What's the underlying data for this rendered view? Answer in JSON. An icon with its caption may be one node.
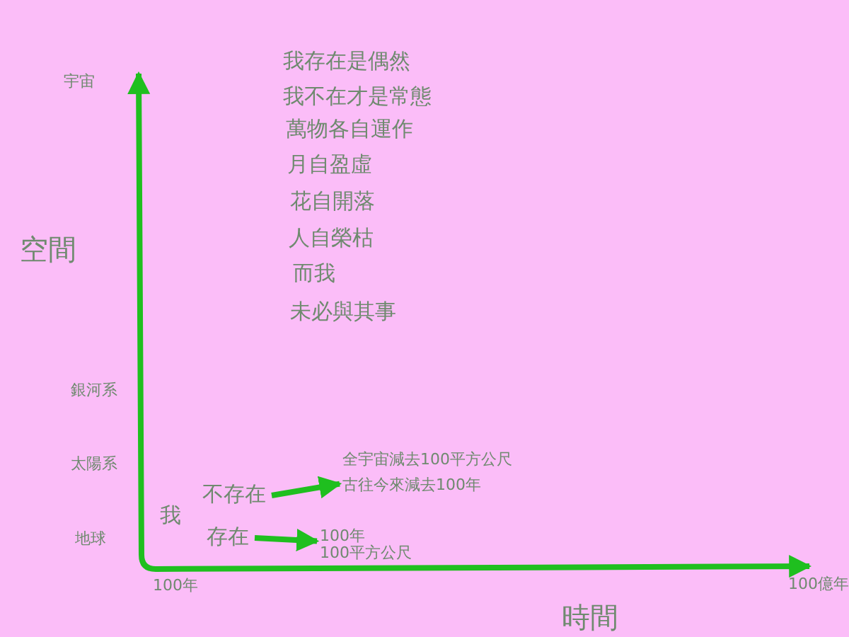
{
  "diagram": {
    "nodes": [
      {
        "text": [
          "不存在"
        ]
      },
      {
        "text": [
          "全宇宙減去100平方公尺",
          "古往今來減去100年"
        ]
      },
      {
        "text": [
          "存在"
        ]
      },
      {
        "text": [
          "100年",
          "100平方公尺"
        ]
      }
    ],
    "edges": [
      {
        "from": 0,
        "to": 1,
        "arrow": "to"
      },
      {
        "from": 2,
        "to": 3,
        "arrow": "to"
      }
    ],
    "labels": [
      "我存在是偶然",
      "宇宙",
      "我不在才是常態",
      "萬物各自運作",
      "月自盈虛",
      "空間",
      "花自開落",
      "人自榮枯",
      "而我",
      "未必與其事",
      "銀河系",
      "太陽系",
      "我",
      "地球",
      "100年",
      "100億年",
      "時間"
    ]
  }
}
